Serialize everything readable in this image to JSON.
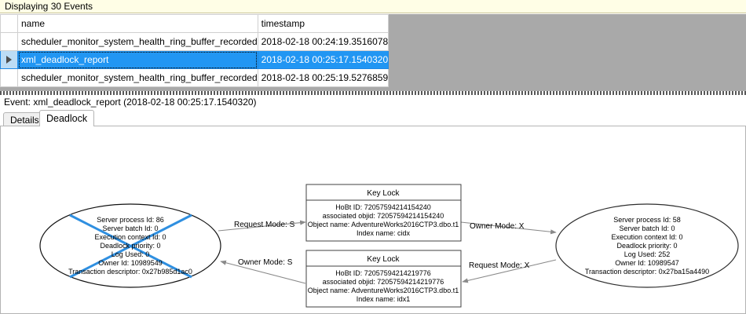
{
  "banner": {
    "text": "Displaying 30 Events"
  },
  "grid": {
    "columns": [
      "",
      "name",
      "timestamp"
    ],
    "rows": [
      {
        "selected": false,
        "marker": "",
        "name": "scheduler_monitor_system_health_ring_buffer_recorded",
        "timestamp": "2018-02-18 00:24:19.3516078"
      },
      {
        "selected": true,
        "marker": "row-selector-arrow",
        "name": "xml_deadlock_report",
        "timestamp": "2018-02-18 00:25:17.1540320"
      },
      {
        "selected": false,
        "marker": "",
        "name": "scheduler_monitor_system_health_ring_buffer_recorded",
        "timestamp": "2018-02-18 00:25:19.5276859"
      }
    ]
  },
  "event_header": {
    "text": "Event: xml_deadlock_report (2018-02-18 00:25:17.1540320)"
  },
  "tabs": [
    {
      "label": "Details",
      "active": false
    },
    {
      "label": "Deadlock",
      "active": true
    }
  ],
  "deadlock_graph": {
    "processes": [
      {
        "role": "victim",
        "lines": [
          "Server process Id: 86",
          "Server batch Id: 0",
          "Execution context Id: 0",
          "Deadlock priority: 0",
          "Log Used: 0",
          "Owner Id: 10989549",
          "Transaction descriptor: 0x27b985d1ac0"
        ]
      },
      {
        "role": "survivor",
        "lines": [
          "Server process Id: 58",
          "Server batch Id: 0",
          "Execution context Id: 0",
          "Deadlock priority: 0",
          "Log Used: 252",
          "Owner Id: 10989547",
          "Transaction descriptor: 0x27ba15a4490"
        ]
      }
    ],
    "resources": [
      {
        "title": "Key Lock",
        "lines": [
          "HoBt ID: 72057594214154240",
          "associated objid: 72057594214154240",
          "Object name: AdventureWorks2016CTP3.dbo.t1",
          "Index name: cidx"
        ]
      },
      {
        "title": "Key Lock",
        "lines": [
          "HoBt ID: 72057594214219776",
          "associated objid: 72057594214219776",
          "Object name: AdventureWorks2016CTP3.dbo.t1",
          "Index name: idx1"
        ]
      }
    ],
    "edges": [
      {
        "label": "Request Mode: S"
      },
      {
        "label": "Owner Mode: X"
      },
      {
        "label": "Owner Mode: S"
      },
      {
        "label": "Request Mode: X"
      }
    ]
  },
  "colors": {
    "banner_bg": "#fffee6",
    "selection_blue": "#2196f3",
    "panel_grey": "#a9a9a9",
    "victim_cross": "#2f8fe0"
  }
}
